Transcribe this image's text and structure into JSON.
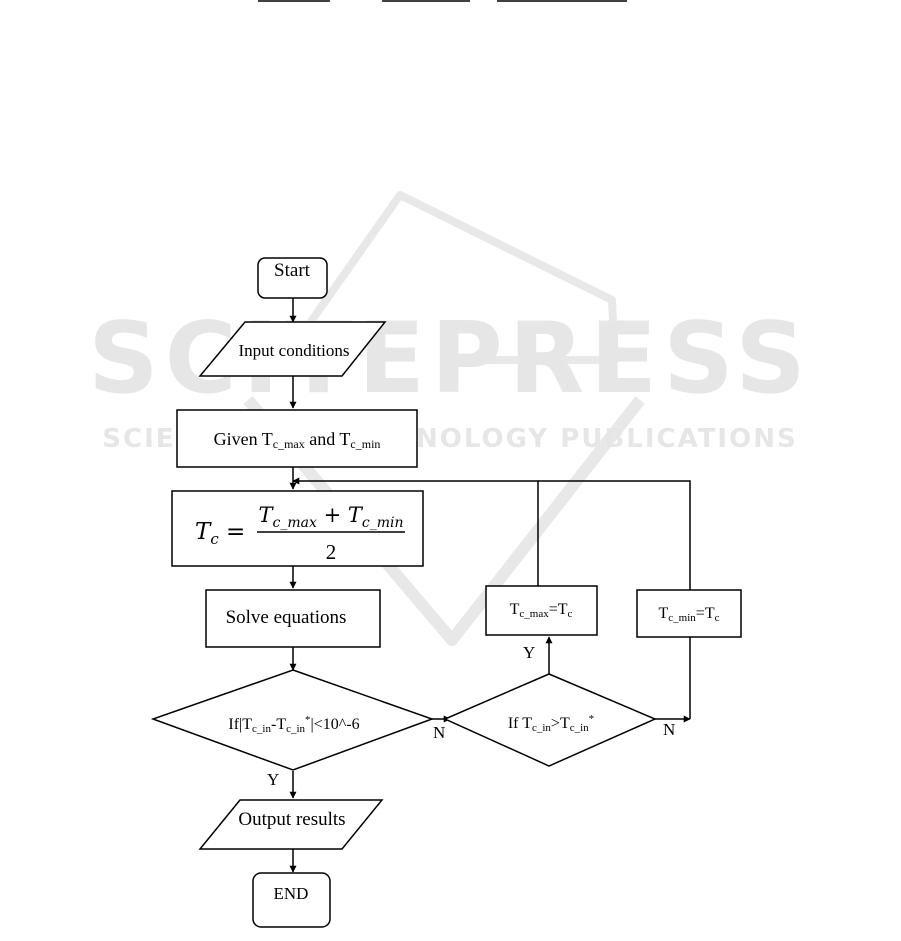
{
  "colors": {
    "line": "#000000",
    "background": "#ffffff",
    "watermark": "#e6e6e6"
  },
  "watermark": {
    "brand": "SCITEPRESS",
    "tagline": "SCIENCE AND TECHNOLOGY PUBLICATIONS"
  },
  "flowchart": {
    "start": "Start",
    "input": "Input conditions",
    "given": {
      "prefix": "Given T",
      "sub1": "c_max",
      "mid": " and T",
      "sub2": "c_min"
    },
    "formula": {
      "lhs": "T",
      "lhs_sub": "c",
      "equals": " =",
      "num_a": "T",
      "num_a_sub": "c_max",
      "plus": " + ",
      "num_b": "T",
      "num_b_sub": "c_min",
      "denominator": "2"
    },
    "solve": "Solve equations",
    "decision1": {
      "prefix": "If|T",
      "sub1": "c_in",
      "mid": "-T",
      "sub2": "c_in",
      "sup": "*",
      "suffix": "|<10^-6"
    },
    "decision2": {
      "prefix": "If T",
      "sub1": "c_in",
      "mid": ">T",
      "sub2": "c_in",
      "sup": "*"
    },
    "update_max": {
      "t": "T",
      "sub": "c_max",
      "rest": "=T",
      "sub2": "c"
    },
    "update_min": {
      "t": "T",
      "sub": "c_min",
      "rest": "=T",
      "sub2": "c"
    },
    "output": "Output results",
    "end": "END",
    "labels": {
      "yes1": "Y",
      "no1": "N",
      "yes2": "Y",
      "no2": "N"
    }
  }
}
